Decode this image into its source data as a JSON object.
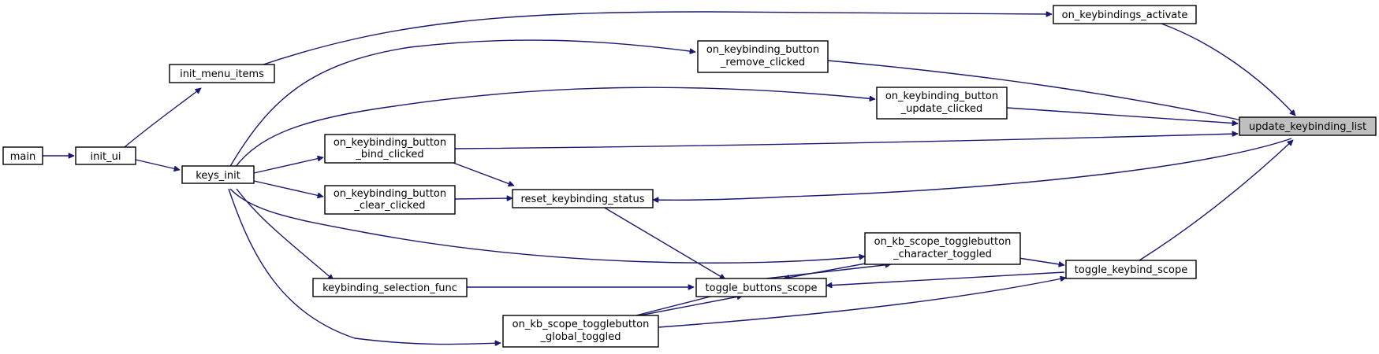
{
  "graph": {
    "type": "call-graph",
    "highlighted_node": "update_keybinding_list",
    "colors": {
      "edge": "#191970",
      "node_border": "#000000",
      "node_fill": "#ffffff",
      "highlight_fill": "#bfbfbf"
    },
    "nodes": [
      {
        "id": "main",
        "lines": [
          "main"
        ]
      },
      {
        "id": "init_ui",
        "lines": [
          "init_ui"
        ]
      },
      {
        "id": "init_menu_items",
        "lines": [
          "init_menu_items"
        ]
      },
      {
        "id": "keys_init",
        "lines": [
          "keys_init"
        ]
      },
      {
        "id": "bind_clicked",
        "lines": [
          "on_keybinding_button",
          "_bind_clicked"
        ]
      },
      {
        "id": "clear_clicked",
        "lines": [
          "on_keybinding_button",
          "_clear_clicked"
        ]
      },
      {
        "id": "selection_func",
        "lines": [
          "keybinding_selection_func"
        ]
      },
      {
        "id": "global_toggled",
        "lines": [
          "on_kb_scope_togglebutton",
          "_global_toggled"
        ]
      },
      {
        "id": "remove_clicked",
        "lines": [
          "on_keybinding_button",
          "_remove_clicked"
        ]
      },
      {
        "id": "reset_status",
        "lines": [
          "reset_keybinding_status"
        ]
      },
      {
        "id": "buttons_scope",
        "lines": [
          "toggle_buttons_scope"
        ]
      },
      {
        "id": "update_clicked",
        "lines": [
          "on_keybinding_button",
          "_update_clicked"
        ]
      },
      {
        "id": "character_toggled",
        "lines": [
          "on_kb_scope_togglebutton",
          "_character_toggled"
        ]
      },
      {
        "id": "activate",
        "lines": [
          "on_keybindings_activate"
        ]
      },
      {
        "id": "keybind_scope",
        "lines": [
          "toggle_keybind_scope"
        ]
      },
      {
        "id": "update_list",
        "lines": [
          "update_keybinding_list"
        ]
      }
    ],
    "edges": [
      {
        "from": "main",
        "to": "init_ui"
      },
      {
        "from": "init_ui",
        "to": "init_menu_items"
      },
      {
        "from": "init_ui",
        "to": "keys_init"
      },
      {
        "from": "init_menu_items",
        "to": "activate"
      },
      {
        "from": "keys_init",
        "to": "remove_clicked"
      },
      {
        "from": "keys_init",
        "to": "update_clicked"
      },
      {
        "from": "keys_init",
        "to": "bind_clicked"
      },
      {
        "from": "keys_init",
        "to": "clear_clicked"
      },
      {
        "from": "keys_init",
        "to": "character_toggled"
      },
      {
        "from": "keys_init",
        "to": "selection_func"
      },
      {
        "from": "keys_init",
        "to": "global_toggled"
      },
      {
        "from": "bind_clicked",
        "to": "reset_status"
      },
      {
        "from": "clear_clicked",
        "to": "reset_status"
      },
      {
        "from": "reset_status",
        "to": "buttons_scope"
      },
      {
        "from": "selection_func",
        "to": "buttons_scope"
      },
      {
        "from": "buttons_scope",
        "to": "global_toggled"
      },
      {
        "from": "global_toggled",
        "to": "buttons_scope"
      },
      {
        "from": "buttons_scope",
        "to": "character_toggled"
      },
      {
        "from": "character_toggled",
        "to": "buttons_scope"
      },
      {
        "from": "character_toggled",
        "to": "keybind_scope"
      },
      {
        "from": "keybind_scope",
        "to": "buttons_scope"
      },
      {
        "from": "global_toggled",
        "to": "keybind_scope"
      },
      {
        "from": "keybind_scope",
        "to": "update_list"
      },
      {
        "from": "activate",
        "to": "update_list"
      },
      {
        "from": "remove_clicked",
        "to": "update_list"
      },
      {
        "from": "update_clicked",
        "to": "update_list"
      },
      {
        "from": "bind_clicked",
        "to": "update_list"
      },
      {
        "from": "update_list",
        "to": "reset_status"
      }
    ]
  }
}
